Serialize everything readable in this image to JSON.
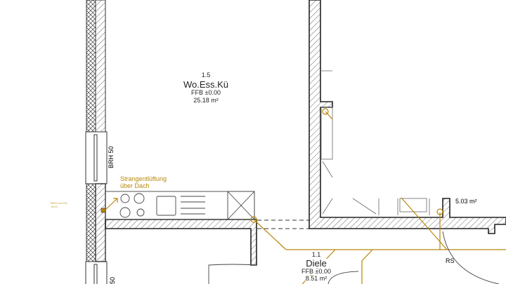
{
  "rooms": [
    {
      "number": "1.5",
      "name": "Wo.Ess.Kü",
      "floor_level": "FFB ±0.00",
      "area": "25.18 m²"
    },
    {
      "number": "1.1",
      "name": "Diele",
      "floor_level": "FFB ±0.00",
      "area": "8.51 m²"
    }
  ],
  "annotations": {
    "window_sill_top": "BRH 50",
    "window_sill_bottom": "50",
    "ventilation": "Strangentlüftung",
    "ventilation_2": "über Dach",
    "wall_note": "BWS und DD 16x11",
    "adjacent_area": "5.03 m²",
    "rs": "RS"
  },
  "colors": {
    "wall": "#2a2a2a",
    "installation": "#b8860b"
  }
}
